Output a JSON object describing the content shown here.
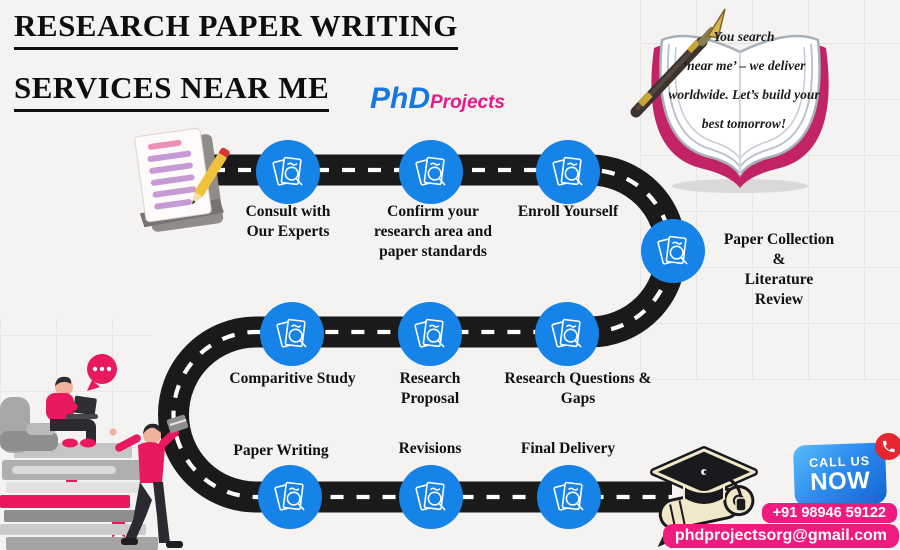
{
  "title": {
    "line1": "RESEARCH PAPER WRITING",
    "line2": "SERVICES NEAR ME"
  },
  "logo": {
    "phd": "PhD",
    "projects": "Projects"
  },
  "quote": "You search\n‘near me’ – we deliver\nworldwide. Let’s build your\nbest tomorrow!",
  "steps": [
    {
      "label": "Consult with\nOur Experts"
    },
    {
      "label": "Confirm your\nresearch area and\npaper standards"
    },
    {
      "label": "Enroll Yourself"
    },
    {
      "label": "Paper Collection\n&\nLiterature\nReview"
    },
    {
      "label": "Research Questions &\nGaps"
    },
    {
      "label": "Research\nProposal"
    },
    {
      "label": "Comparitive Study"
    },
    {
      "label": "Paper Writing"
    },
    {
      "label": "Revisions"
    },
    {
      "label": "Final Delivery"
    }
  ],
  "contact": {
    "call_us_line1": "CALL US",
    "call_us_line2": "NOW",
    "phone": "+91 98946 59122",
    "email": "phdprojectsorg@gmail.com"
  },
  "icons": {
    "step": "document-search-icon",
    "call": "phone-icon",
    "header_art": "open-book-with-fountain-pen",
    "start_art": "notepad-pencil-icon",
    "end_art": "graduation-cap-scroll-icon",
    "left_art": "students-on-book-stack-illustration",
    "bubble": "typing-speech-bubble-icon"
  },
  "colors": {
    "background": "#f4f3f1",
    "accent_blue": "#1583e8",
    "brand_pink": "#ef1b7e",
    "logo_blue": "#1779e0",
    "road_black": "#1a1a1a",
    "book_cover_pink": "#c22367",
    "call_red": "#e62630"
  }
}
